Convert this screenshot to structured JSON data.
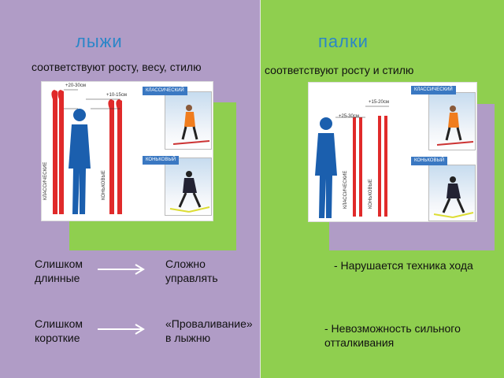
{
  "left": {
    "title": "лыжи",
    "subtitle": "соответствуют росту, весу, стилю",
    "rows": [
      {
        "cause": "Слишком длинные",
        "effect": "Сложно управлять"
      },
      {
        "cause": "Слишком короткие",
        "effect": "«Проваливание» в лыжню"
      }
    ],
    "card": {
      "tag_classic": "КЛАССИЧЕСКИЙ",
      "tag_skate": "КОНЬКОВЫЙ",
      "measure_classic": "+20-30см",
      "measure_skate": "+10-15см",
      "ski_label_classic": "КЛАССИЧЕСКИЕ",
      "ski_label_skate": "КОНЬКОВЫЕ"
    }
  },
  "right": {
    "title": "палки",
    "subtitle": "соответствуют росту и стилю",
    "effects": [
      "- Нарушается техника хода",
      "- Невозможность сильного отталкивания"
    ],
    "card": {
      "tag_classic": "КЛАССИЧЕСКИЙ",
      "tag_skate": "КОНЬКОВЫЙ",
      "measure_skate": "+15-20см",
      "measure_classic": "+25-30см",
      "pole_label_classic": "КЛАССИЧЕСКИЕ",
      "pole_label_skate": "КОНЬКОВЫЕ"
    }
  },
  "colors": {
    "left_bg": "#b09cc6",
    "right_bg": "#8fcf4f",
    "title": "#2a86c8",
    "ski": "#e02a2a",
    "silhouette": "#1b5fae"
  }
}
